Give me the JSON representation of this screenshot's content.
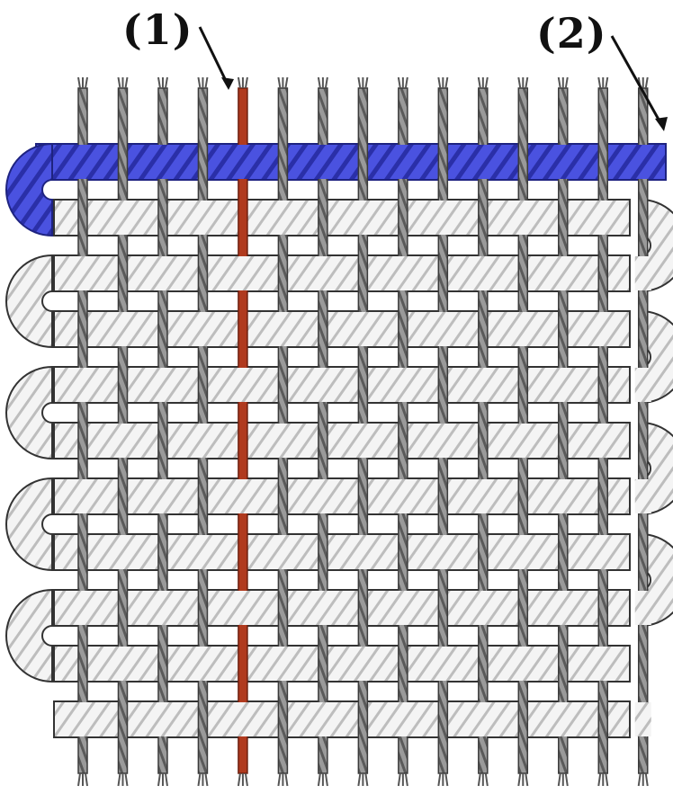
{
  "labels": {
    "warp": "(1)",
    "weft": "(2)"
  },
  "colors": {
    "background": "#ffffff",
    "warp_thread": "#8c8c8c",
    "warp_highlight": "#b03a1e",
    "weft_thread": "#f2f2f2",
    "weft_outline": "#333333",
    "weft_highlight": "#3d44d6",
    "leader_line": "#111111"
  },
  "weave": {
    "warp_count": 15,
    "weft_rows": 11,
    "highlighted_warp_index": 4,
    "highlighted_weft_row": 0
  }
}
